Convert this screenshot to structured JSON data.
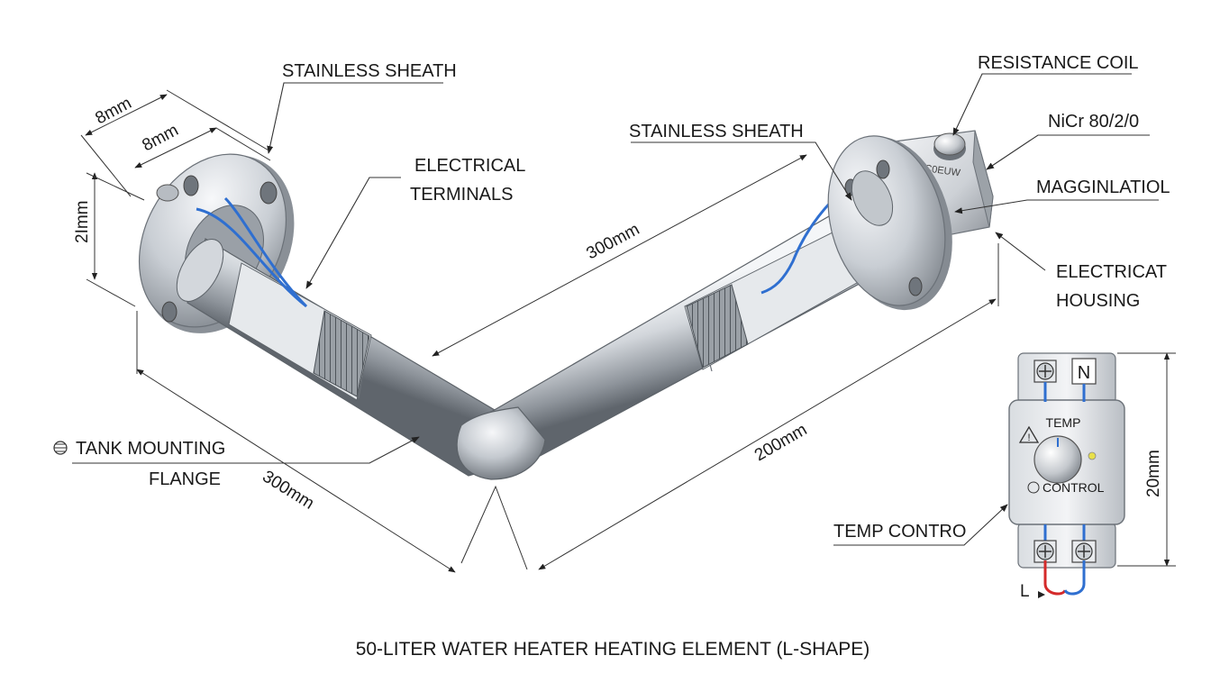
{
  "labels": {
    "stainless_sheath_left": "STAINLESS SHEATH",
    "stainless_sheath_right": "STAINLESS SHEATH",
    "electrical_terminals_1": "ELECTRICAL",
    "electrical_terminals_2": "TERMINALS",
    "resistance_coil": "RESISTANCE COIL",
    "nicr": "NiCr 80/2/0",
    "magginlatiol": "MAGGINLATIOL",
    "electrical_housing_1": "ELECTRICAT",
    "electrical_housing_2": "HOUSING",
    "tank_mounting_1": "TANK MOUNTING",
    "tank_mounting_2": "FLANGE",
    "temp_control": "TEMP CONTRO",
    "housing_engraving": "1CC0EUW",
    "caption": "50-LITER WATER HEATER HEATING ELEMENT (L-SHAPE)"
  },
  "dimensions": {
    "flange_outer": "8mm",
    "flange_inner": "8mm",
    "flange_height": "2Imm",
    "right_arm": "300mm",
    "left_arm": "300mm",
    "lower_span": "200mm",
    "thermostat_height": "20mm"
  },
  "thermostat": {
    "n_label": "N",
    "temp": "TEMP",
    "control": "CONTROL",
    "l_label": "L"
  },
  "colors": {
    "wire_blue": "#2f6fd0",
    "wire_red": "#d42a2a",
    "indicator": "#e8e04a",
    "metal_dark": "#7d838b",
    "metal_light": "#f3f5f7"
  }
}
